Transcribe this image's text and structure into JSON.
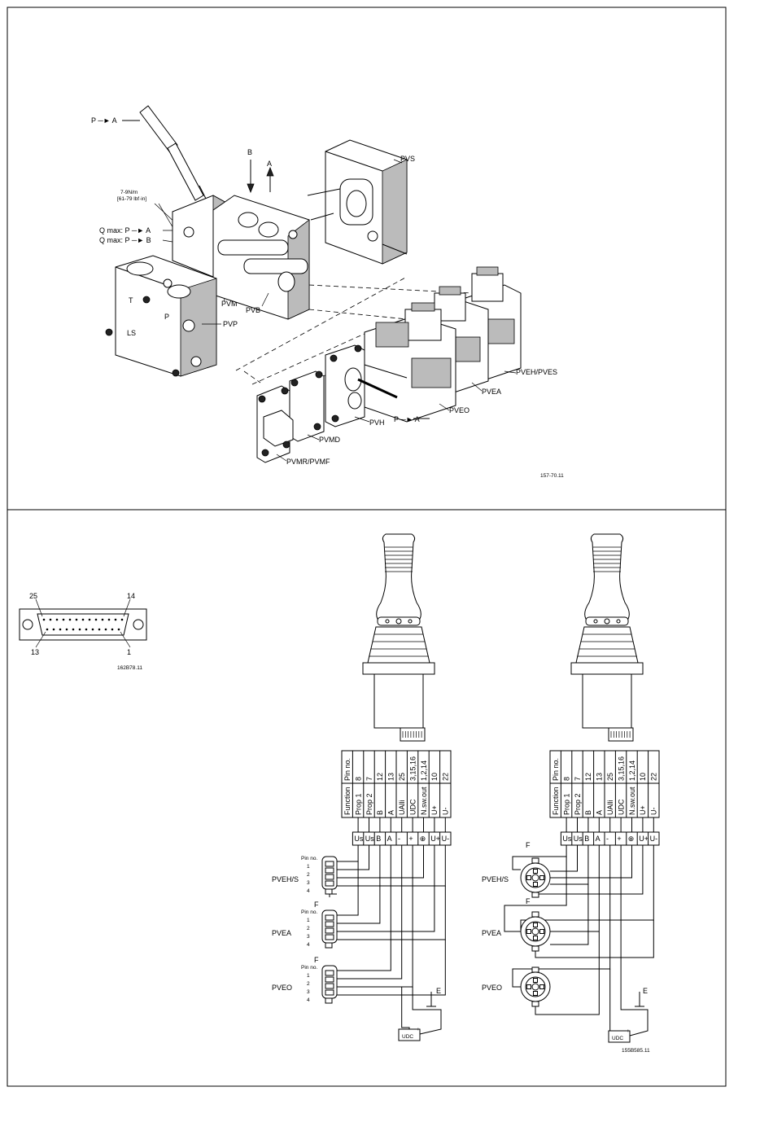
{
  "top_diagram": {
    "labels": {
      "p_to_a_top": "P ─► A",
      "b_port": "B",
      "a_port": "A",
      "torque": "7-9N/m",
      "torque_imperial": "[61-79 lbf·in]",
      "qmax_a": "Q max: P ─► A",
      "qmax_b": "Q max: P ─► B",
      "pvs": "PVS",
      "pvm": "PVM",
      "pvb": "PVB",
      "pvp": "PVP",
      "t_port": "T",
      "p_port": "P",
      "ls_port": "LS",
      "pveh_pves": "PVEH/PVES",
      "pvea": "PVEA",
      "pveo": "PVEO",
      "pvh": "PVH",
      "p_to_a_bottom": "P ─► A",
      "pvmd": "PVMD",
      "pvmr_pvmf": "PVMR/PVMF",
      "ref": "157-70.11"
    }
  },
  "connector": {
    "pin_25": "25",
    "pin_14": "14",
    "pin_13": "13",
    "pin_1": "1",
    "ref": "162B78.11"
  },
  "wiring_table": {
    "header_pin": "Pin no.",
    "header_function": "Function",
    "pins": [
      "8",
      "7",
      "12",
      "13",
      "25",
      "3,15,16",
      "1,2,14",
      "10",
      "22"
    ],
    "functions": [
      "Prop 1",
      "Prop 2",
      "B",
      "A",
      "UAlli",
      "UDC",
      "N.sw.out",
      "U+",
      "U-"
    ],
    "terminals": [
      "Us",
      "Us",
      "B",
      "A",
      "-",
      "+",
      "⊕",
      "U+",
      "U-"
    ]
  },
  "left_wiring": {
    "pin_no": "Pin no.",
    "pin_numbers": [
      "1",
      "2",
      "3",
      "4"
    ],
    "pveh_s": "PVEH/S",
    "pvea": "PVEA",
    "pveo": "PVEO",
    "f1": "F",
    "f2": "F",
    "earth": "E",
    "udc": "UDC",
    "udc_sign": "+"
  },
  "right_wiring": {
    "pveh_s": "PVEH/S",
    "pvea": "PVEA",
    "pveo": "PVEO",
    "f1": "F",
    "f2": "F",
    "earth": "E",
    "udc": "UDC",
    "udc_sign": "+",
    "ref": "155B585.11"
  }
}
